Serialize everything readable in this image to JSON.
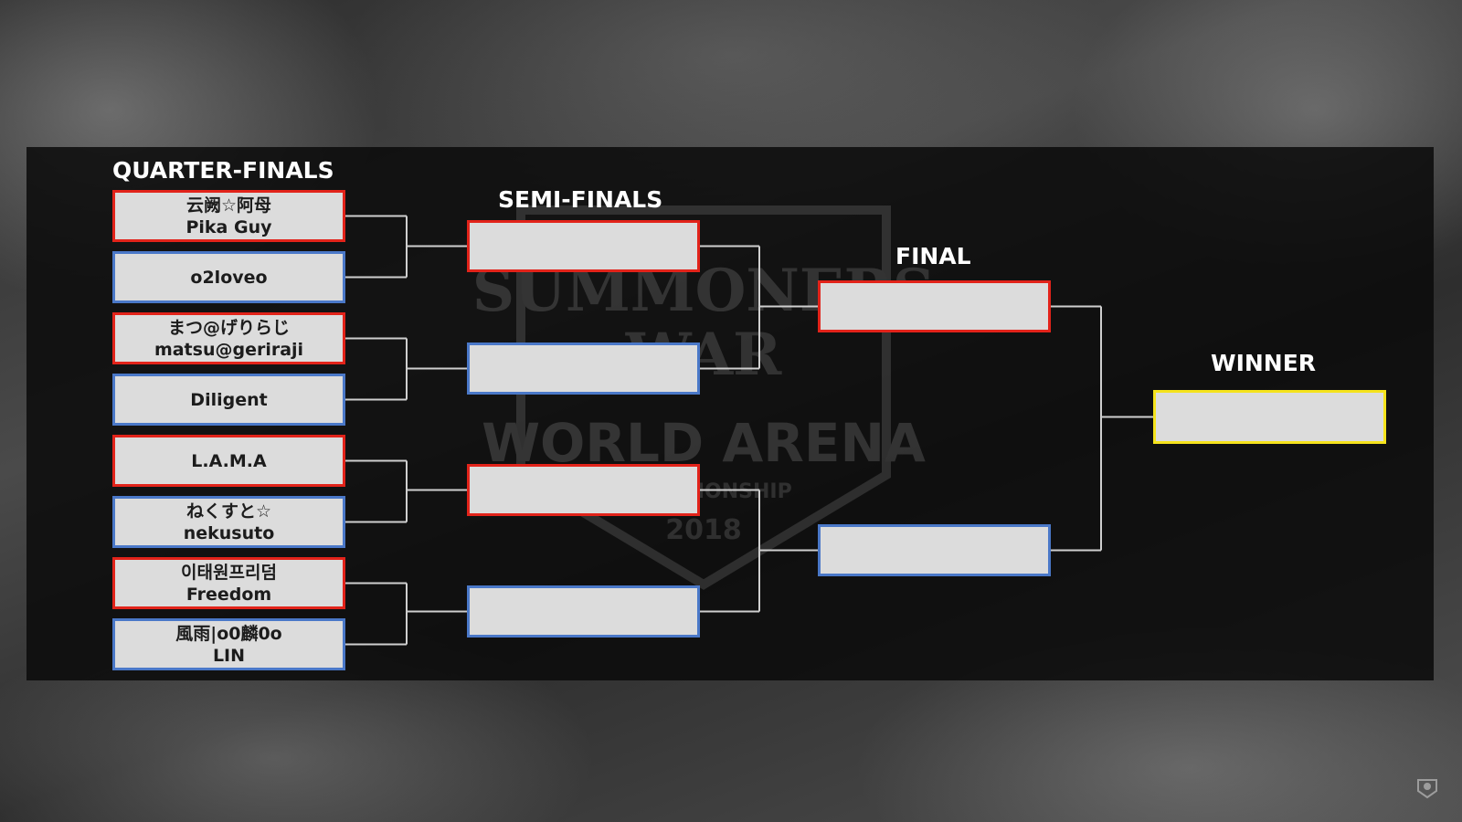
{
  "stages": {
    "quarter": "QUARTER-FINALS",
    "semi": "SEMI-FINALS",
    "final": "FINAL",
    "winner": "WINNER"
  },
  "quarter_finals": [
    {
      "line1": "云阙☆阿母",
      "line2": "Pika Guy",
      "color": "red"
    },
    {
      "line1": "o2loveo",
      "line2": "",
      "color": "blue"
    },
    {
      "line1": "まつ@げりらじ",
      "line2": "matsu@geriraji",
      "color": "red"
    },
    {
      "line1": "Diligent",
      "line2": "",
      "color": "blue"
    },
    {
      "line1": "L.A.M.A",
      "line2": "",
      "color": "red"
    },
    {
      "line1": "ねくすと☆",
      "line2": "nekusuto",
      "color": "blue"
    },
    {
      "line1": "이태원프리덤",
      "line2": "Freedom",
      "color": "red"
    },
    {
      "line1": "風雨|o0麟0o",
      "line2": "LIN",
      "color": "blue"
    }
  ],
  "semi_finals": [
    {
      "name": "",
      "color": "red"
    },
    {
      "name": "",
      "color": "blue"
    },
    {
      "name": "",
      "color": "red"
    },
    {
      "name": "",
      "color": "blue"
    }
  ],
  "final": [
    {
      "name": "",
      "color": "red"
    },
    {
      "name": "",
      "color": "blue"
    }
  ],
  "winner": {
    "name": "",
    "color": "yellow"
  },
  "background_logo": {
    "line1": "SUMMONERS",
    "line2": "WAR",
    "line3": "WORLD ARENA",
    "line4": "CHAMPIONSHIP",
    "line5": "2018"
  },
  "colors": {
    "slot_fill": "#dcdcdc",
    "red_border": "#e2231a",
    "blue_border": "#4a78c8",
    "winner_border": "#f5e31c",
    "connector": "#cfcfcf",
    "panel": "#0a0a0a"
  }
}
